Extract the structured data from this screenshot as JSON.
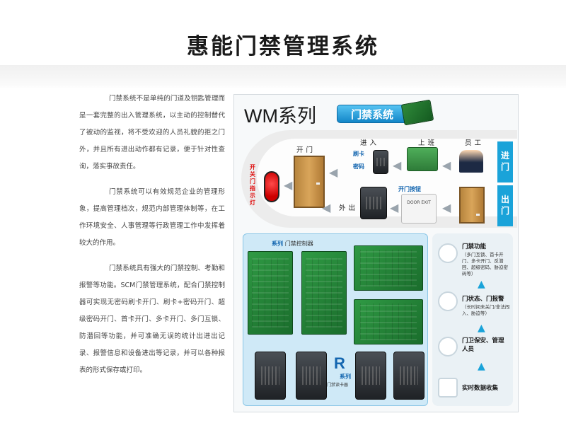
{
  "page": {
    "title": "惠能门禁管理系统"
  },
  "intro": {
    "paragraphs": [
      "门禁系统不是单纯的门道及钥匙管理而是一套完整的出入管理系统，以主动的控制替代了被动的监视，将不受欢迎的人员礼貌的拒之门外，并且所有进出动作都有记录，便于针对性查询，落实事故责任。",
      "门禁系统可以有效规范企业的管理形象，提高管理档次，规范内部管理体制等，在工作环境安全、人事管理等行政管理工作中发挥着较大的作用。",
      "门禁系统具有强大的门禁控制、考勤和报警等功能。SCM门禁管理系统，配合门禁控制器可实现无密码刷卡开门、刷卡+密码开门、超级密码开门、首卡开门、多卡开门、多门互锁、防潜回等功能，并可准确无误的统计出进出记录、报警信息和设备进出等记录，并可以各种报表的形式保存或打印。"
    ]
  },
  "figure": {
    "wm_title": "WM系列",
    "system_badge": "门禁系统",
    "flow": {
      "enter_tab": "进门",
      "exit_tab": "出门",
      "open_door": "开门",
      "enter": "进入",
      "go_to_work": "上班",
      "employee": "员工",
      "card": "刷卡",
      "password": "密码",
      "lamp": "开关门指示灯",
      "go_out": "外出",
      "exit_button": "开门按钮",
      "button_face": "DOOR EXIT"
    },
    "controllers": {
      "series": "系列",
      "series_name": "门禁控制器",
      "reader_series_letter": "R",
      "reader_series": "系列",
      "reader_name": "门禁读卡器"
    },
    "functions": [
      {
        "title": "门禁功能",
        "desc": "（多门互锁、首卡开门、多卡开门、反潜回、超级密码、胁迫密码等）"
      },
      {
        "title": "门状态、门报警",
        "desc": "（长时间未关门/非法闯入、胁迫等）"
      },
      {
        "title": "门卫保安、管理人员",
        "desc": ""
      },
      {
        "title": "实时数据收集",
        "desc": ""
      }
    ]
  }
}
